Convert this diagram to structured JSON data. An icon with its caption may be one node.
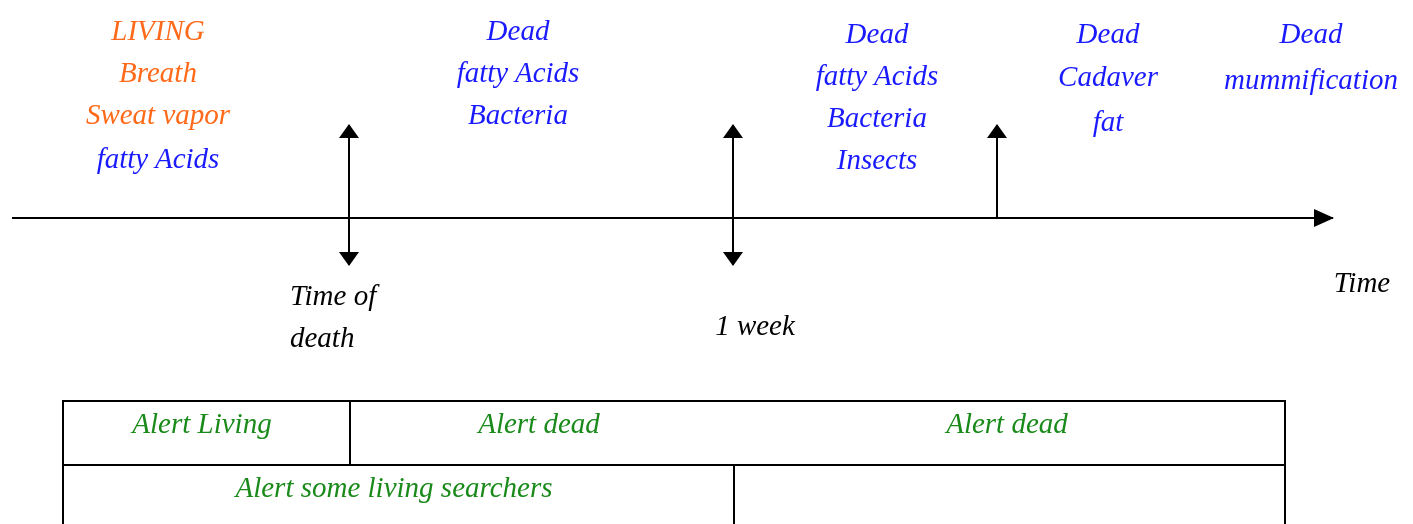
{
  "diagram": {
    "labels": [
      "LIVING",
      "Breath",
      "Sweat vapor",
      "fatty Acids",
      "Dead",
      "fatty Acids",
      "Bacteria",
      "Dead",
      "fatty Acids",
      "Bacteria",
      "Insects",
      "Dead",
      "Cadaver",
      "fat",
      "Dead",
      "mummification",
      "Time of death",
      "1 week",
      "Time",
      "Alert Living",
      "Alert dead",
      "Alert dead",
      "Alert some living searchers"
    ]
  }
}
